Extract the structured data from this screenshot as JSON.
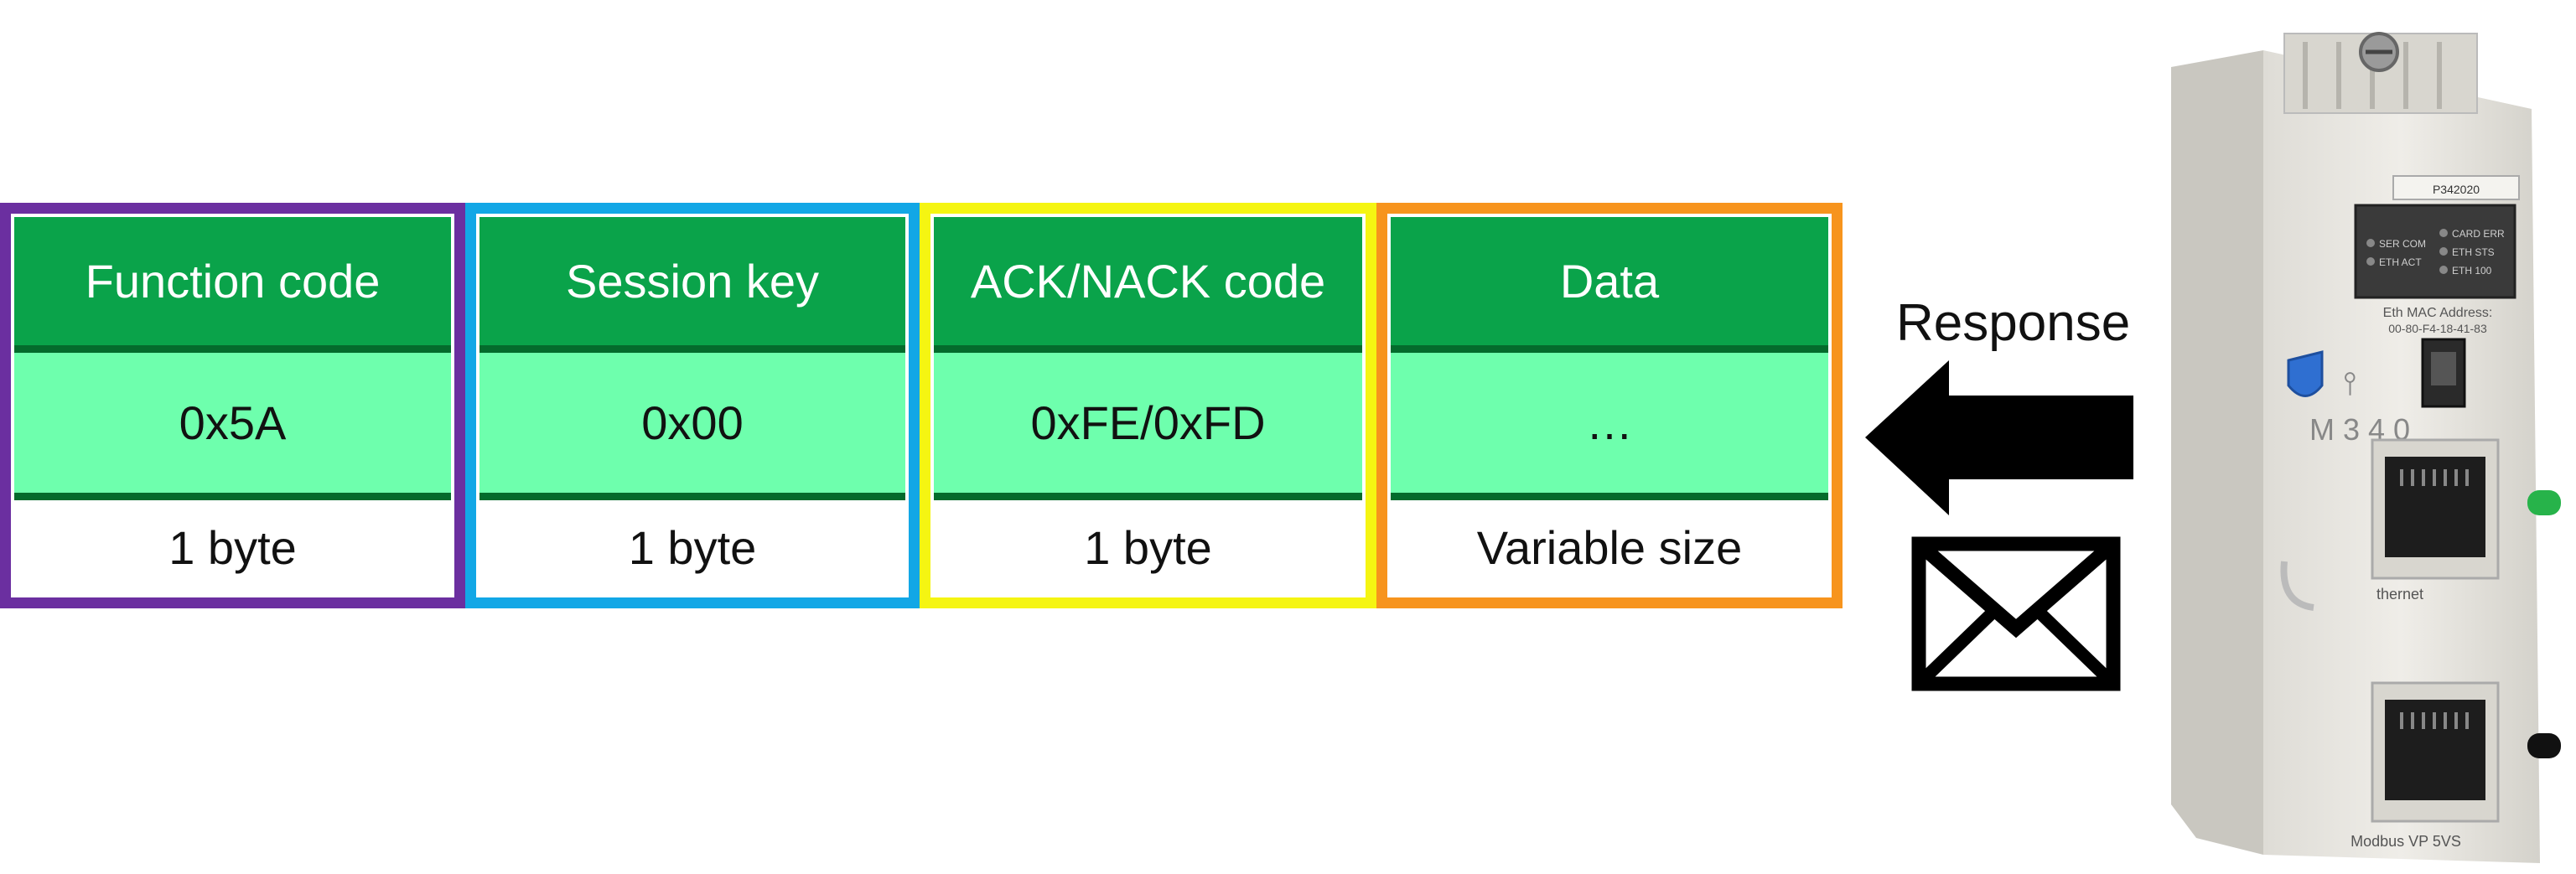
{
  "colors": {
    "function_border": "#6b2fa0",
    "session_border": "#12a7e6",
    "ack_border": "#f5f512",
    "data_border": "#f7941d",
    "header_green": "#0aa34a",
    "value_green": "#6effad"
  },
  "fields": [
    {
      "name": "Function code",
      "value": "0x5A",
      "size": "1 byte"
    },
    {
      "name": "Session key",
      "value": "0x00",
      "size": "1 byte"
    },
    {
      "name": "ACK/NACK code",
      "value": "0xFE/0xFD",
      "size": "1 byte"
    },
    {
      "name": "Data",
      "value": "…",
      "size": "Variable size"
    }
  ],
  "response_label": "Response",
  "icons": {
    "arrow": "left-arrow-icon",
    "envelope": "envelope-icon",
    "device": "plc-module"
  },
  "device_labels": {
    "model_number": "P342020",
    "mac_label": "Eth MAC Address:",
    "mac_value": "00-80-F4-18-41-83",
    "led_ser_com": "SER COM",
    "led_eth_act": "ETH ACT",
    "led_card_err": "CARD ERR",
    "led_eth_sts": "ETH STS",
    "led_eth_100": "ETH 100",
    "series": "M 3 4 0",
    "ethernet": "thernet",
    "bottom": "Modbus  VP  5VS"
  }
}
